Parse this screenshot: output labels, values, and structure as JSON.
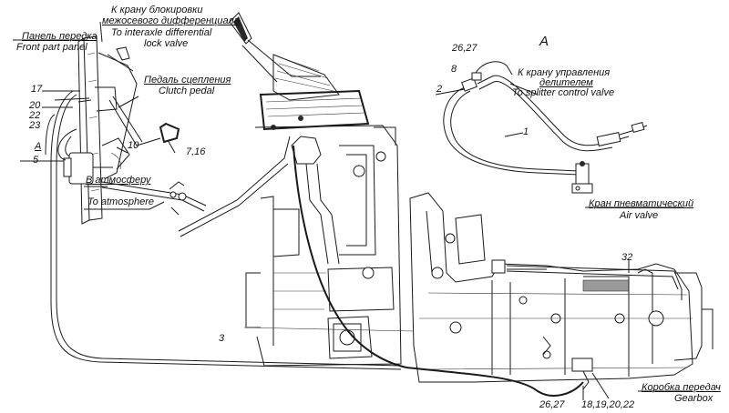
{
  "labels": {
    "front_panel_ru": "Панель передка",
    "front_panel_en": "Front part panel",
    "lock_valve_ru_1": "К крану блокировки",
    "lock_valve_ru_2": "межосевого дифференциала",
    "lock_valve_en_1": "To interaxle differential",
    "lock_valve_en_2": "lock valve",
    "clutch_ru": "Педаль сцепления",
    "clutch_en": "Clutch pedal",
    "atmosphere_ru": "В атмосферу",
    "atmosphere_en": "To atmosphere",
    "view_a": "А",
    "splitter_ru_1": "К крану управления",
    "splitter_ru_2": "делителем",
    "splitter_en": "To splitter control valve",
    "air_valve_ru": "Кран пневматический",
    "air_valve_en": "Air valve",
    "gearbox_ru": "Коробка передач",
    "gearbox_en": "Gearbox"
  },
  "callouts": {
    "n17": "17",
    "n20": "20",
    "n22": "22",
    "n23": "23",
    "a_marker": "А",
    "n5": "5",
    "n10": "10",
    "n7_16": "7,16",
    "n3": "3",
    "n26_27_top": "26,27",
    "n8": "8",
    "n2": "2",
    "n1": "1",
    "n32": "32",
    "n26_27_bottom": "26,27",
    "n18_22": "18,19,20,22"
  }
}
